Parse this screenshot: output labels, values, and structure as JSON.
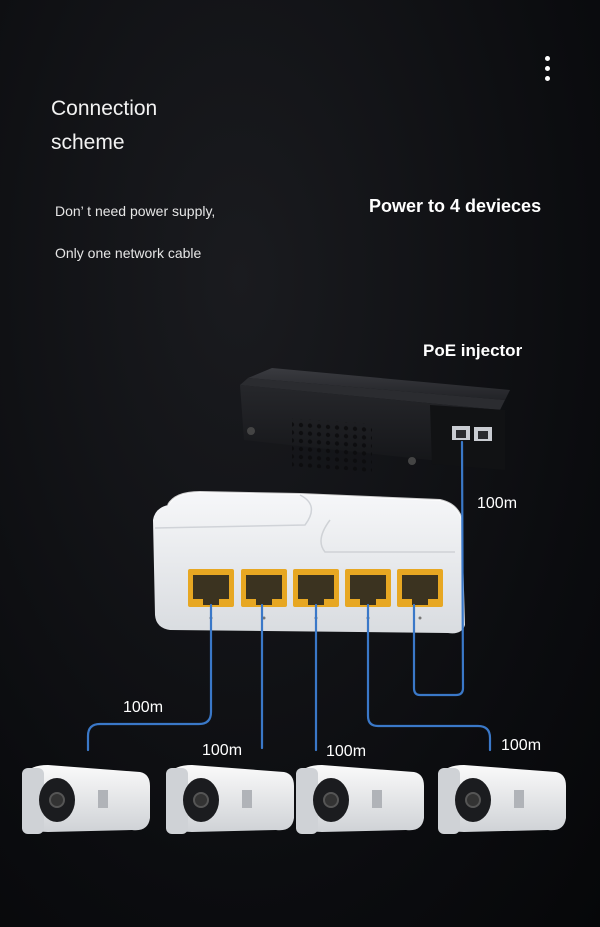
{
  "header": {
    "title_line1": "Connection",
    "title_line2": "scheme",
    "menu_icon": "more-vertical-icon"
  },
  "notes": {
    "line1": "Don’ t need power supply,",
    "line2": "Only one network cable"
  },
  "headline": "Power to 4 devieces",
  "injector_label": "PoE injector",
  "distances": {
    "uplink": "100m",
    "camera1": "100m",
    "camera2": "100m",
    "camera3": "100m",
    "camera4": "100m"
  },
  "colors": {
    "cable": "#3a78c8",
    "rj45_port": "#e7a722",
    "switch_body": "#e9ebee",
    "injector_body": "#1d1e21"
  }
}
